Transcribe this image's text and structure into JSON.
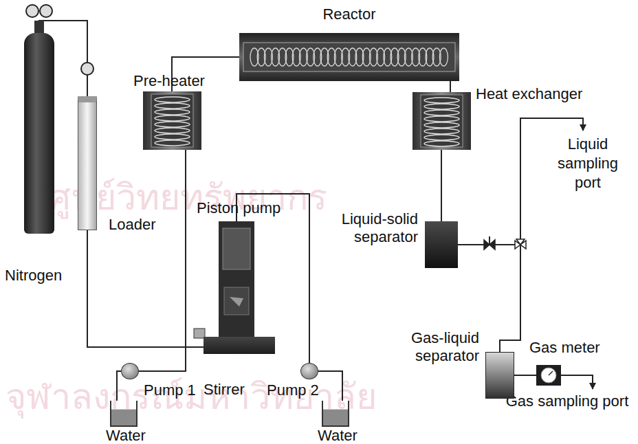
{
  "diagram": {
    "nodes": [
      {
        "text": [
          "Nitrogen"
        ]
      },
      {
        "text": [
          "Loader"
        ]
      },
      {
        "text": [
          "Pre-heater"
        ]
      },
      {
        "text": [
          "Reactor"
        ]
      },
      {
        "text": [
          "Heat exchanger"
        ]
      },
      {
        "text": [
          "Piston pump"
        ]
      },
      {
        "text": [
          "Stirrer"
        ]
      },
      {
        "text": [
          "Liquid-solid separator"
        ]
      },
      {
        "text": [
          "Gas-liquid separator"
        ]
      },
      {
        "text": [
          "Gas meter"
        ]
      },
      {
        "text": [
          "Pump 1"
        ]
      },
      {
        "text": [
          "Pump 2"
        ]
      },
      {
        "text": [
          "Water"
        ]
      },
      {
        "text": [
          "Water"
        ]
      }
    ],
    "edges": [
      {
        "from": 0,
        "to": 1,
        "arrow": "none"
      },
      {
        "from": 1,
        "to": 6,
        "arrow": "none"
      },
      {
        "from": 12,
        "to": 10,
        "arrow": "none"
      },
      {
        "from": 10,
        "to": 2,
        "arrow": "none"
      },
      {
        "from": 2,
        "to": 3,
        "arrow": "none"
      },
      {
        "from": 3,
        "to": 4,
        "arrow": "none"
      },
      {
        "from": 4,
        "to": 7,
        "arrow": "none"
      },
      {
        "from": 13,
        "to": 11,
        "arrow": "none"
      },
      {
        "from": 11,
        "to": 5,
        "arrow": "none"
      },
      {
        "from": 7,
        "to": 8,
        "arrow": "none"
      },
      {
        "from": 8,
        "to": 9,
        "arrow": "none"
      }
    ],
    "labels": [
      "Liquid sampling port",
      "Gas sampling port",
      "ศูนย์วิทยทรัพยากร",
      "จุฬาลงกรณ์มหาวิทยาลัย"
    ]
  }
}
